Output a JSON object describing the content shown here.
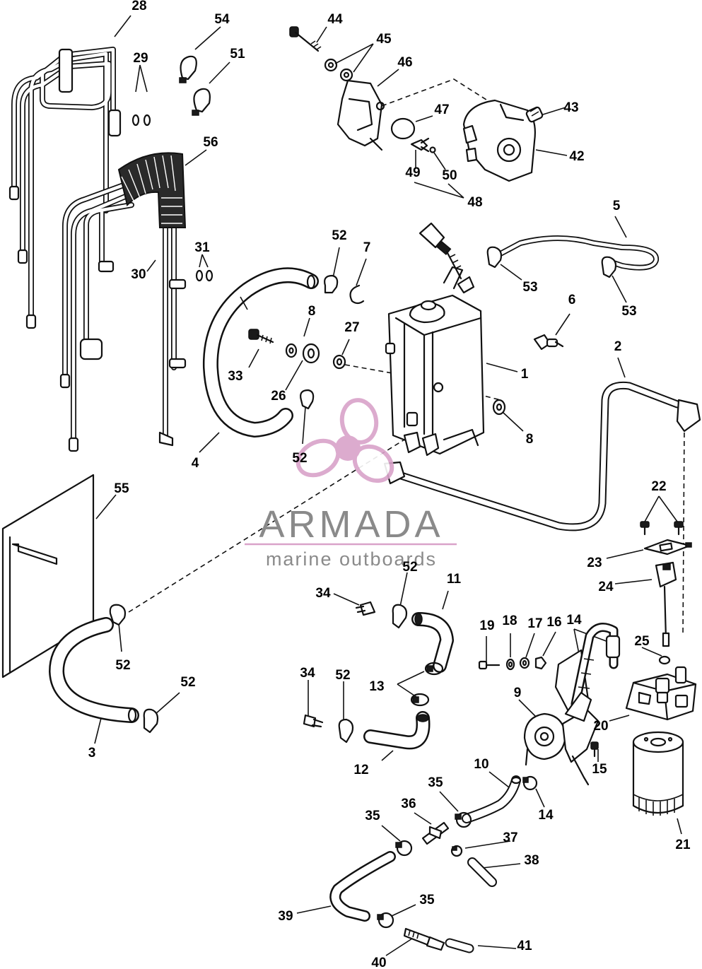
{
  "watermark": {
    "brand": "ARMADA",
    "tagline": "marine outboards",
    "logo_color": "#d9a3c9",
    "text_color": "#8a8a8a"
  },
  "callouts": [
    {
      "id": "c1",
      "text": "1"
    },
    {
      "id": "c2",
      "text": "2"
    },
    {
      "id": "c3",
      "text": "3"
    },
    {
      "id": "c4",
      "text": "4"
    },
    {
      "id": "c5",
      "text": "5"
    },
    {
      "id": "c6",
      "text": "6"
    },
    {
      "id": "c7",
      "text": "7"
    },
    {
      "id": "c8a",
      "text": "8"
    },
    {
      "id": "c8b",
      "text": "8"
    },
    {
      "id": "c9",
      "text": "9"
    },
    {
      "id": "c10",
      "text": "10"
    },
    {
      "id": "c11",
      "text": "11"
    },
    {
      "id": "c12",
      "text": "12"
    },
    {
      "id": "c13",
      "text": "13"
    },
    {
      "id": "c14a",
      "text": "14"
    },
    {
      "id": "c14b",
      "text": "14"
    },
    {
      "id": "c15",
      "text": "15"
    },
    {
      "id": "c16",
      "text": "16"
    },
    {
      "id": "c17",
      "text": "17"
    },
    {
      "id": "c18",
      "text": "18"
    },
    {
      "id": "c19",
      "text": "19"
    },
    {
      "id": "c20",
      "text": "20"
    },
    {
      "id": "c21",
      "text": "21"
    },
    {
      "id": "c22",
      "text": "22"
    },
    {
      "id": "c23",
      "text": "23"
    },
    {
      "id": "c24",
      "text": "24"
    },
    {
      "id": "c25",
      "text": "25"
    },
    {
      "id": "c26",
      "text": "26"
    },
    {
      "id": "c27",
      "text": "27"
    },
    {
      "id": "c28",
      "text": "28"
    },
    {
      "id": "c29",
      "text": "29"
    },
    {
      "id": "c30",
      "text": "30"
    },
    {
      "id": "c31",
      "text": "31"
    },
    {
      "id": "c33",
      "text": "33"
    },
    {
      "id": "c34a",
      "text": "34"
    },
    {
      "id": "c34b",
      "text": "34"
    },
    {
      "id": "c35a",
      "text": "35"
    },
    {
      "id": "c35b",
      "text": "35"
    },
    {
      "id": "c35c",
      "text": "35"
    },
    {
      "id": "c36",
      "text": "36"
    },
    {
      "id": "c37",
      "text": "37"
    },
    {
      "id": "c38",
      "text": "38"
    },
    {
      "id": "c39",
      "text": "39"
    },
    {
      "id": "c40",
      "text": "40"
    },
    {
      "id": "c41",
      "text": "41"
    },
    {
      "id": "c42",
      "text": "42"
    },
    {
      "id": "c43",
      "text": "43"
    },
    {
      "id": "c44",
      "text": "44"
    },
    {
      "id": "c45",
      "text": "45"
    },
    {
      "id": "c46",
      "text": "46"
    },
    {
      "id": "c47",
      "text": "47"
    },
    {
      "id": "c48",
      "text": "48"
    },
    {
      "id": "c49",
      "text": "49"
    },
    {
      "id": "c50",
      "text": "50"
    },
    {
      "id": "c51",
      "text": "51"
    },
    {
      "id": "c52a",
      "text": "52"
    },
    {
      "id": "c52b",
      "text": "52"
    },
    {
      "id": "c52c",
      "text": "52"
    },
    {
      "id": "c52d",
      "text": "52"
    },
    {
      "id": "c52e",
      "text": "52"
    },
    {
      "id": "c52f",
      "text": "52"
    },
    {
      "id": "c53a",
      "text": "53"
    },
    {
      "id": "c53b",
      "text": "53"
    },
    {
      "id": "c54",
      "text": "54"
    },
    {
      "id": "c55",
      "text": "55"
    },
    {
      "id": "c56",
      "text": "56"
    }
  ]
}
